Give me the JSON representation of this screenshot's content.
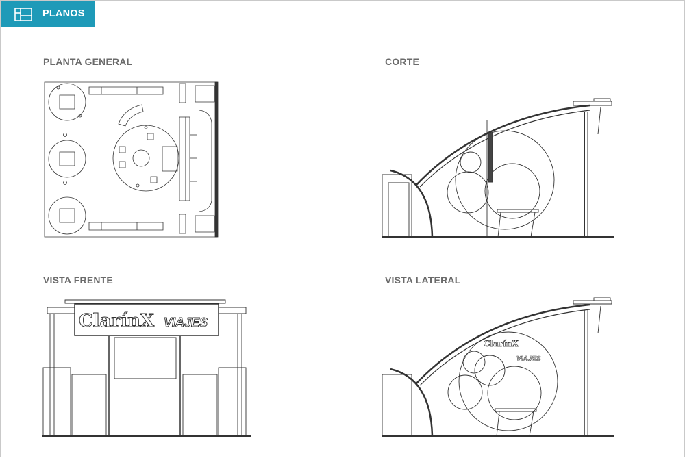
{
  "header": {
    "tab_label": "PLANOS",
    "tab_icon": "floor-plan-icon",
    "accent_color": "#1e9ab8"
  },
  "panels": {
    "planta_general": {
      "title": "PLANTA GENERAL"
    },
    "corte": {
      "title": "CORTE"
    },
    "vista_frente": {
      "title": "VISTA FRENTE",
      "sign_brand": "ClarínX",
      "sign_text": "VIAJES"
    },
    "vista_lateral": {
      "title": "VISTA LATERAL",
      "sign_brand": "ClarínX",
      "sign_text": "VIAJES"
    }
  }
}
